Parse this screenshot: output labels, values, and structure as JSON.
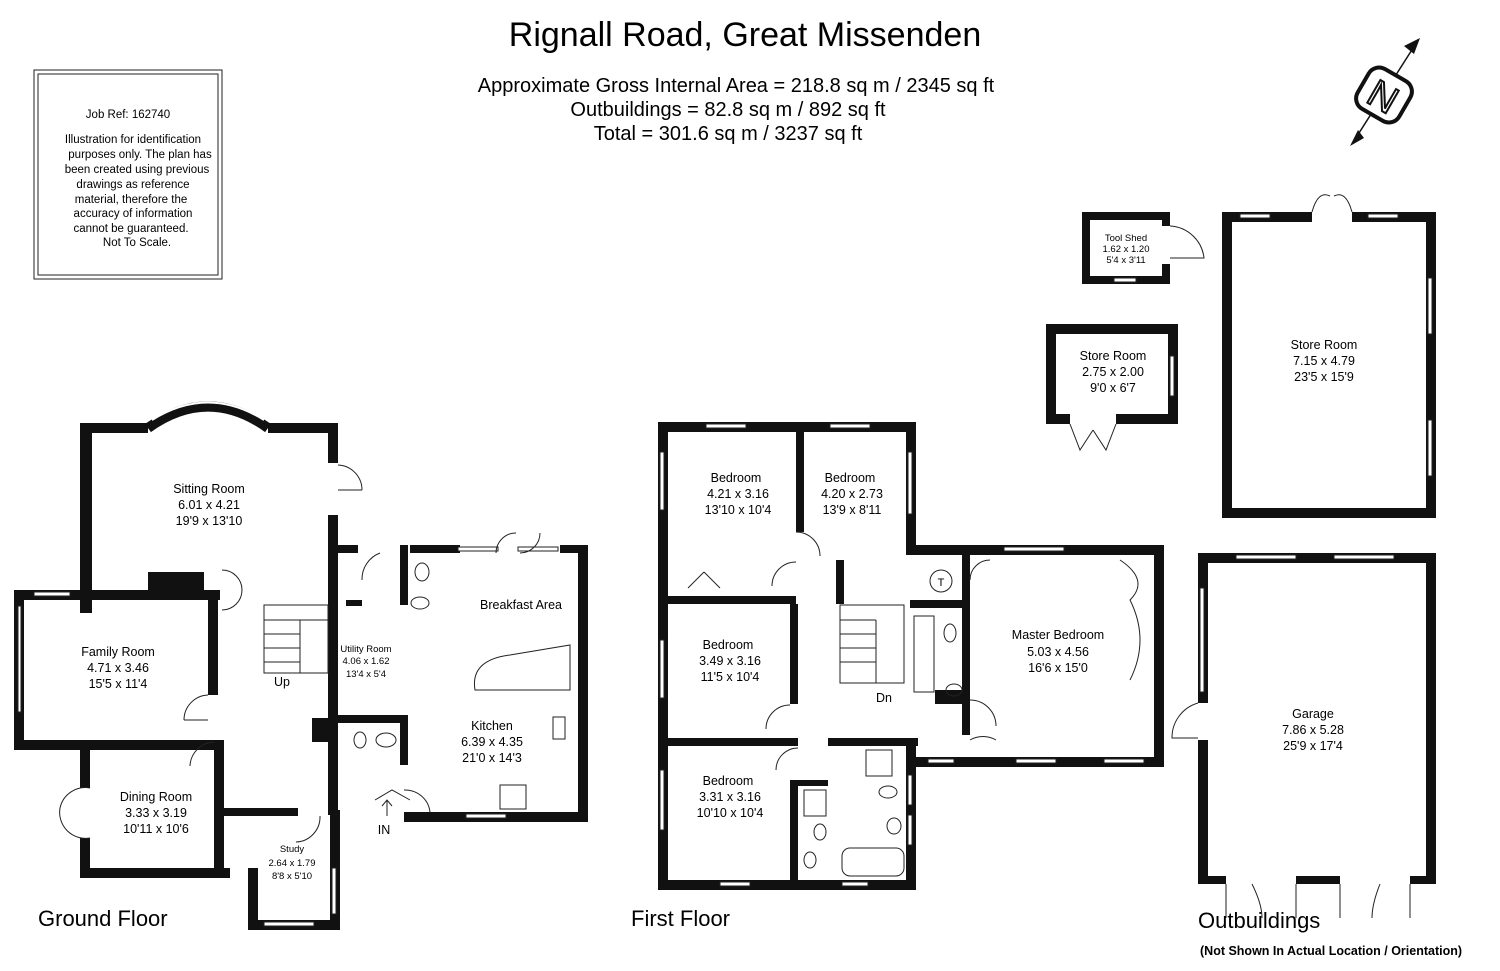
{
  "header": {
    "title": "Rignall Road, Great Missenden",
    "gross_area": "Approximate Gross Internal Area = 218.8 sq m / 2345 sq ft",
    "outbuildings_area": "Outbuildings = 82.8 sq m / 892 sq ft",
    "total_area": "Total = 301.6 sq m / 3237 sq ft"
  },
  "disclaimer": {
    "job_ref": "Job Ref: 162740",
    "lines": [
      "Illustration for identification",
      "purposes only. The plan has",
      "been created using previous",
      "drawings as reference",
      "material, therefore the",
      "accuracy of information",
      "cannot be guaranteed.",
      "Not To Scale."
    ]
  },
  "compass": {
    "icon": "north-arrow-icon",
    "letter": "N"
  },
  "floors": {
    "ground": "Ground Floor",
    "first": "First Floor",
    "outbuildings": "Outbuildings",
    "outbuildings_note": "(Not Shown In Actual Location / Orientation)"
  },
  "rooms": {
    "sitting": {
      "name": "Sitting Room",
      "metric": "6.01 x 4.21",
      "imperial": "19'9 x 13'10"
    },
    "family": {
      "name": "Family Room",
      "metric": "4.71 x 3.46",
      "imperial": "15'5 x 11'4"
    },
    "dining": {
      "name": "Dining Room",
      "metric": "3.33 x 3.19",
      "imperial": "10'11 x 10'6"
    },
    "study": {
      "name": "Study",
      "metric": "2.64 x 1.79",
      "imperial": "8'8 x 5'10"
    },
    "utility": {
      "name": "Utility Room",
      "metric": "4.06 x 1.62",
      "imperial": "13'4 x 5'4"
    },
    "breakfast": {
      "name": "Breakfast Area"
    },
    "kitchen": {
      "name": "Kitchen",
      "metric": "6.39 x 4.35",
      "imperial": "21'0 x 14'3"
    },
    "bed1": {
      "name": "Bedroom",
      "metric": "4.21 x 3.16",
      "imperial": "13'10 x 10'4"
    },
    "bed2": {
      "name": "Bedroom",
      "metric": "4.20 x 2.73",
      "imperial": "13'9 x 8'11"
    },
    "bed3": {
      "name": "Bedroom",
      "metric": "3.49 x 3.16",
      "imperial": "11'5 x 10'4"
    },
    "bed4": {
      "name": "Bedroom",
      "metric": "3.31 x 3.16",
      "imperial": "10'10 x 10'4"
    },
    "master": {
      "name": "Master Bedroom",
      "metric": "5.03 x 4.56",
      "imperial": "16'6 x 15'0"
    },
    "toolshed": {
      "name": "Tool Shed",
      "metric": "1.62 x 1.20",
      "imperial": "5'4 x 3'11"
    },
    "store_small": {
      "name": "Store Room",
      "metric": "2.75 x 2.00",
      "imperial": "9'0 x 6'7"
    },
    "store_large": {
      "name": "Store Room",
      "metric": "7.15 x 4.79",
      "imperial": "23'5 x 15'9"
    },
    "garage": {
      "name": "Garage",
      "metric": "7.86 x 5.28",
      "imperial": "25'9 x 17'4"
    }
  },
  "labels": {
    "up": "Up",
    "down": "Dn",
    "entrance": "IN",
    "tank": "T"
  }
}
